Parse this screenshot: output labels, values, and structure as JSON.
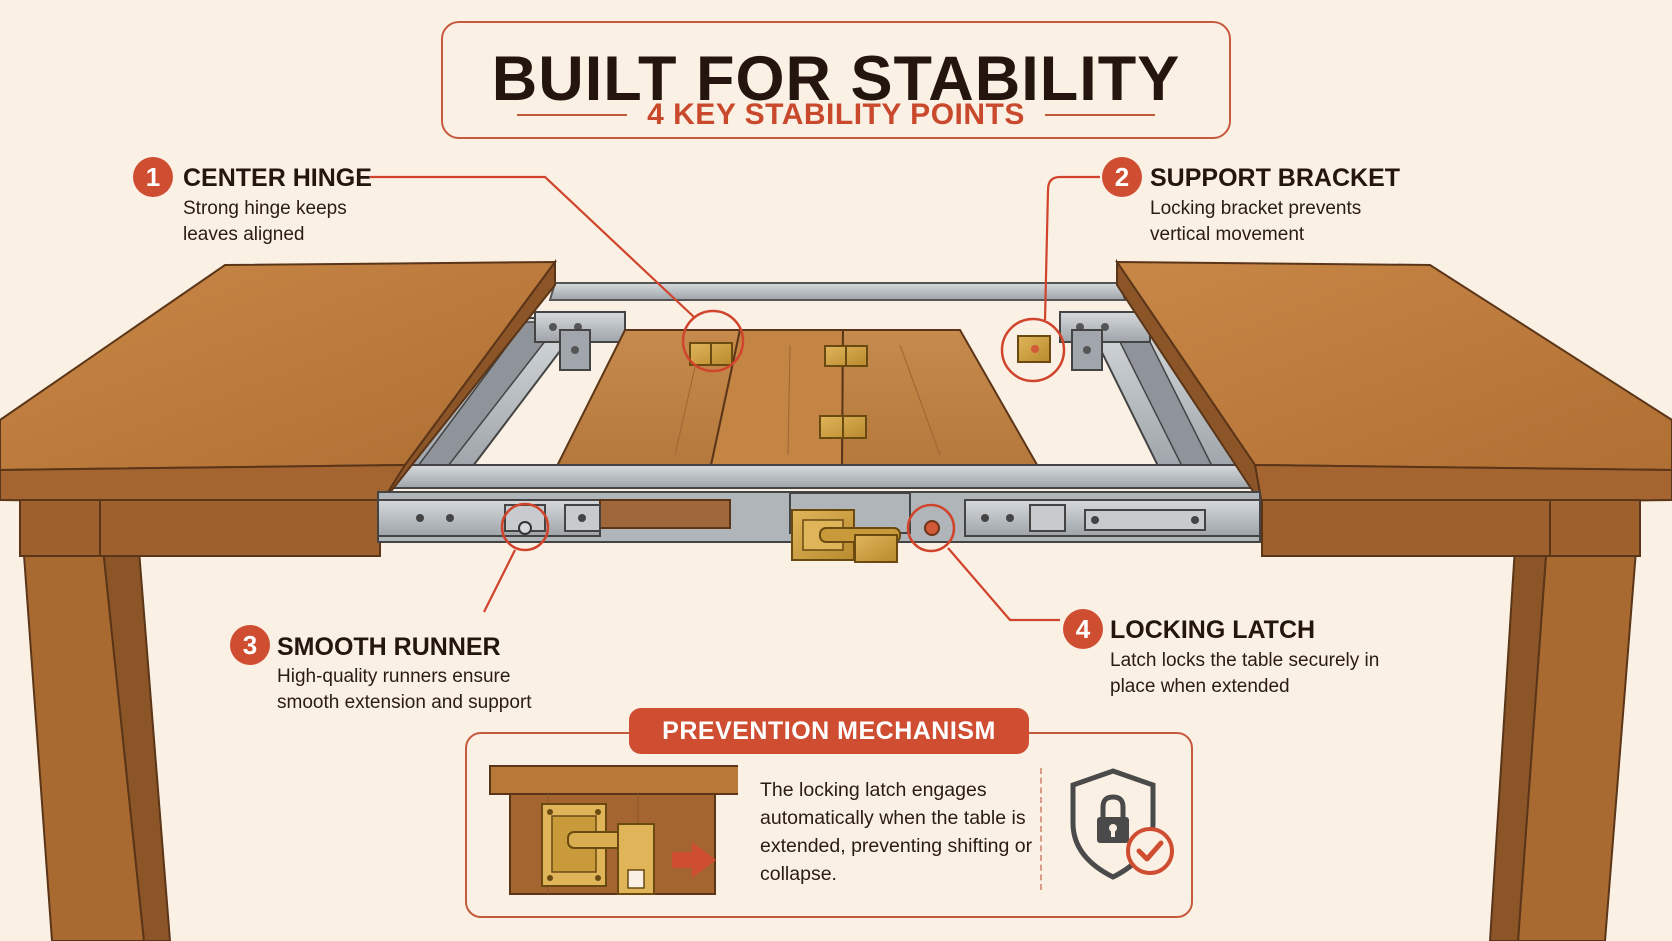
{
  "header": {
    "title": "BUILT FOR STABILITY",
    "subtitle": "4 KEY STABILITY POINTS"
  },
  "callouts": [
    {
      "number": "1",
      "title": "CENTER HINGE",
      "desc": "Strong hinge keeps leaves aligned"
    },
    {
      "number": "2",
      "title": "SUPPORT BRACKET",
      "desc": "Locking bracket prevents vertical movement"
    },
    {
      "number": "3",
      "title": "SMOOTH RUNNER",
      "desc": "High-quality runners ensure smooth extension and support"
    },
    {
      "number": "4",
      "title": "LOCKING LATCH",
      "desc": "Latch locks the table securely in place when extended"
    }
  ],
  "mechanism": {
    "title": "PREVENTION MECHANISM",
    "text": "The locking latch engages automatically when the table is extended, preventing shifting or collapse.",
    "icon": "shield-lock-check-icon"
  },
  "colors": {
    "accent": "#cf4e32",
    "background": "#fbf0e4",
    "wood": "#b87838",
    "wood_dark": "#8c5528",
    "metal": "#b7bcc0",
    "brass": "#c99a3a"
  }
}
